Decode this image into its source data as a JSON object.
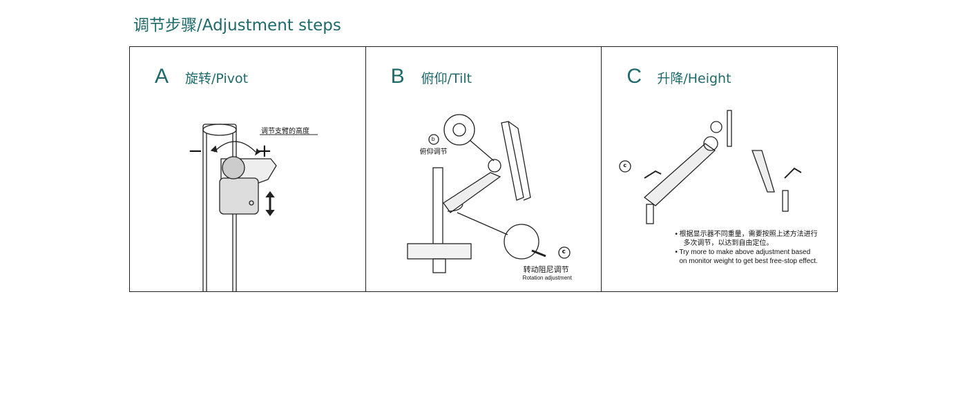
{
  "title": "调节步骤/Adjustment steps",
  "panels": [
    {
      "letter": "A",
      "title": "旋转/Pivot",
      "callout": "调节支臂的高度",
      "minus": "−",
      "plus": "+"
    },
    {
      "letter": "B",
      "title": "俯仰/Tilt",
      "callout_b_marker": "b",
      "callout_b": "俯仰调节",
      "callout_c_marker": "c",
      "callout_c": "转动阻尼调节",
      "callout_c_en": "Rotation adjustment"
    },
    {
      "letter": "C",
      "title": "升降/Height",
      "marker": "c",
      "notes": [
        "• 根据显示器不同重量，需要按照上述方法进行",
        "多次调节，以达到自由定位。",
        "• Try more to make above adjustment based",
        "on monitor weight to get best free-stop effect."
      ]
    }
  ],
  "colors": {
    "accent": "#1e6a6a",
    "line": "#222222"
  }
}
